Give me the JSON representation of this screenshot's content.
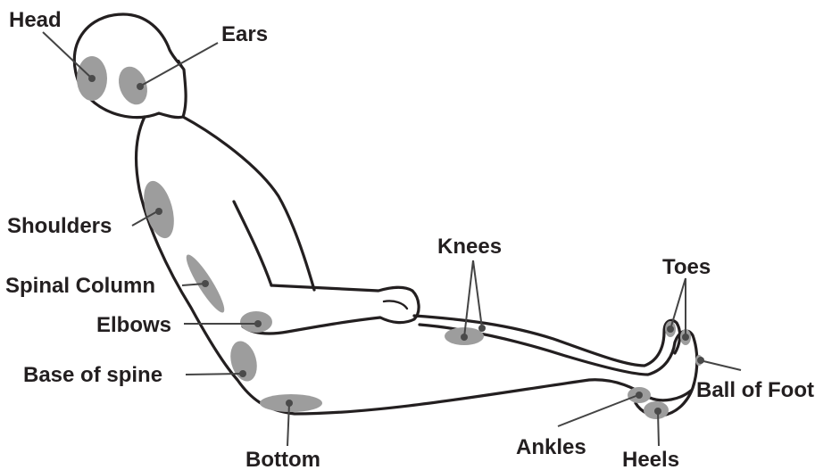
{
  "labels": {
    "head": "Head",
    "ears": "Ears",
    "shoulders": "Shoulders",
    "spinal_column": "Spinal Column",
    "elbows": "Elbows",
    "base_of_spine": "Base of spine",
    "bottom": "Bottom",
    "knees": "Knees",
    "toes": "Toes",
    "ball_of_foot": "Ball of Foot",
    "ankles": "Ankles",
    "heels": "Heels"
  },
  "colors": {
    "outline": "#231f20",
    "pressure_spot": "#9d9d9d",
    "leader_line": "#444444",
    "background": "#ffffff"
  }
}
